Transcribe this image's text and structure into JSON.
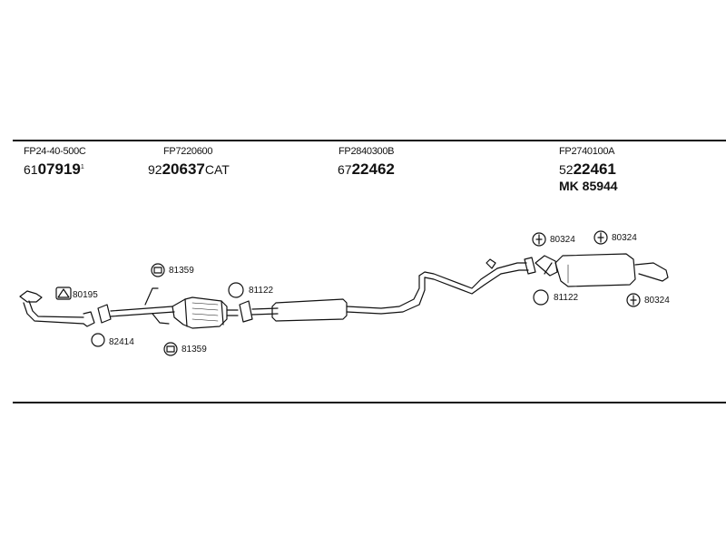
{
  "header_rows": [
    {
      "ref": "FP24-40-500C",
      "pn_prefix": "61",
      "pn_main": "07919",
      "pn_suffix": "",
      "pn_sup": "1"
    },
    {
      "ref": "FP7220600",
      "pn_prefix": "92",
      "pn_main": "20637",
      "pn_suffix": "CAT",
      "pn_sup": ""
    },
    {
      "ref": "FP2840300B",
      "pn_prefix": "67",
      "pn_main": "22462",
      "pn_suffix": "",
      "pn_sup": ""
    },
    {
      "ref": "FP2740100A",
      "pn_prefix": "52",
      "pn_main": "22461",
      "pn_suffix": "",
      "pn_sup": ""
    }
  ],
  "mk_line": "MK 85944",
  "fitting_parts": {
    "gasket_front": "80195",
    "ring_front": "82414",
    "bolt_upper_left": "81359",
    "bolt_lower_left": "81359",
    "ring_mid": "81122",
    "mount_rear_left": "80324",
    "mount_rear_right": "80324",
    "ring_rear": "81122",
    "mount_rear_lower": "80324"
  }
}
